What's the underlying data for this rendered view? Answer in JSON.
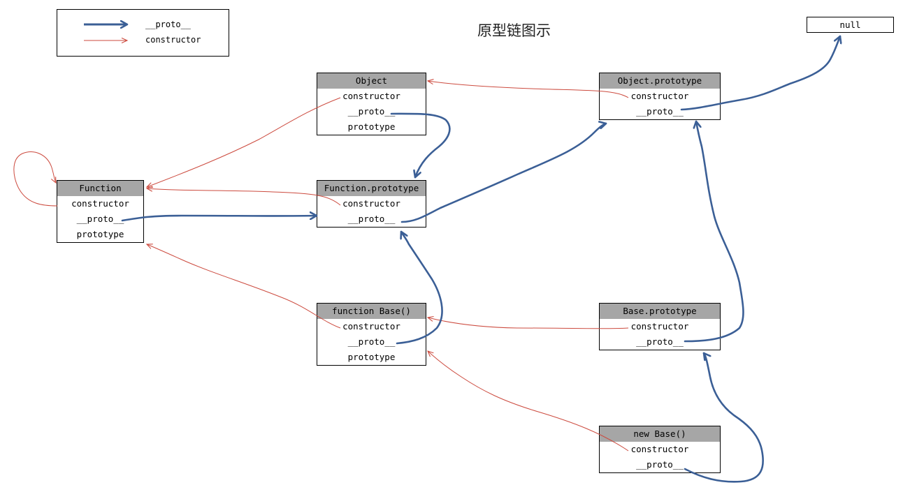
{
  "title": "原型链图示",
  "legend": {
    "proto_label": "__proto__",
    "constructor_label": "constructor"
  },
  "colors": {
    "proto_arrow": "#3b5f96",
    "constructor_arrow": "#cc4a3e",
    "header_fill": "#a6a6a6"
  },
  "null_label": "null",
  "nodes": {
    "object": {
      "header": "Object",
      "rows": [
        "constructor",
        "__proto__",
        "prototype"
      ]
    },
    "object_prototype": {
      "header": "Object.prototype",
      "rows": [
        "constructor",
        "__proto__"
      ]
    },
    "function": {
      "header": "Function",
      "rows": [
        "constructor",
        "__proto__",
        "prototype"
      ]
    },
    "function_prototype": {
      "header": "Function.prototype",
      "rows": [
        "constructor",
        "__proto__"
      ]
    },
    "function_base": {
      "header": "function Base()",
      "rows": [
        "constructor",
        "__proto__",
        "prototype"
      ]
    },
    "base_prototype": {
      "header": "Base.prototype",
      "rows": [
        "constructor",
        "__proto__"
      ]
    },
    "new_base": {
      "header": "new Base()",
      "rows": [
        "constructor",
        "__proto__"
      ]
    }
  }
}
